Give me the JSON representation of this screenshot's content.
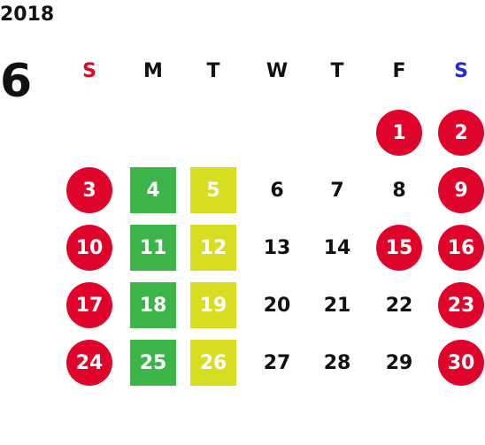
{
  "calendar": {
    "year": "2018",
    "month": "6",
    "weekdays": [
      {
        "label": "S",
        "color": "#e0042a"
      },
      {
        "label": "M",
        "color": "#111111"
      },
      {
        "label": "T",
        "color": "#111111"
      },
      {
        "label": "W",
        "color": "#111111"
      },
      {
        "label": "T",
        "color": "#111111"
      },
      {
        "label": "F",
        "color": "#111111"
      },
      {
        "label": "S",
        "color": "#1f2bd8"
      }
    ],
    "colors": {
      "holiday_red": "#e0042a",
      "green": "#3bb54a",
      "yellow": "#d7dd20"
    },
    "days": [
      {
        "day": "1",
        "style": "red"
      },
      {
        "day": "2",
        "style": "red"
      },
      {
        "day": "3",
        "style": "red"
      },
      {
        "day": "4",
        "style": "green"
      },
      {
        "day": "5",
        "style": "yellow"
      },
      {
        "day": "6",
        "style": "plain"
      },
      {
        "day": "7",
        "style": "plain"
      },
      {
        "day": "8",
        "style": "plain"
      },
      {
        "day": "9",
        "style": "red"
      },
      {
        "day": "10",
        "style": "red"
      },
      {
        "day": "11",
        "style": "green"
      },
      {
        "day": "12",
        "style": "yellow"
      },
      {
        "day": "13",
        "style": "plain"
      },
      {
        "day": "14",
        "style": "plain"
      },
      {
        "day": "15",
        "style": "red"
      },
      {
        "day": "16",
        "style": "red"
      },
      {
        "day": "17",
        "style": "red"
      },
      {
        "day": "18",
        "style": "green"
      },
      {
        "day": "19",
        "style": "yellow"
      },
      {
        "day": "20",
        "style": "plain"
      },
      {
        "day": "21",
        "style": "plain"
      },
      {
        "day": "22",
        "style": "plain"
      },
      {
        "day": "23",
        "style": "red"
      },
      {
        "day": "24",
        "style": "red"
      },
      {
        "day": "25",
        "style": "green"
      },
      {
        "day": "26",
        "style": "yellow"
      },
      {
        "day": "27",
        "style": "plain"
      },
      {
        "day": "28",
        "style": "plain"
      },
      {
        "day": "29",
        "style": "plain"
      },
      {
        "day": "30",
        "style": "red"
      }
    ]
  }
}
